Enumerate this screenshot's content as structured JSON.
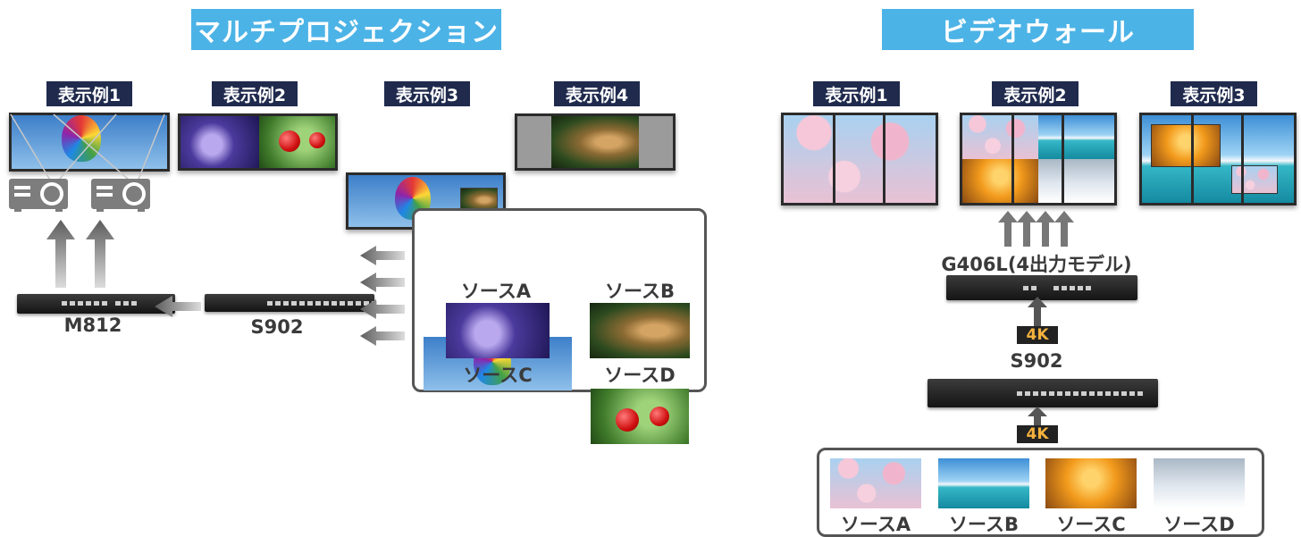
{
  "left": {
    "title": "マルチプロジェクション",
    "examples": [
      "表示例1",
      "表示例2",
      "表示例3",
      "表示例4"
    ],
    "devices": {
      "main": "M812",
      "processor": "S902"
    },
    "sources": [
      "ソースA",
      "ソースB",
      "ソースC",
      "ソースD"
    ]
  },
  "right": {
    "title": "ビデオウォール",
    "examples": [
      "表示例1",
      "表示例2",
      "表示例3"
    ],
    "model": "G406L(4出力モデル)",
    "processor": "S902",
    "badge": "4K",
    "sources": [
      "ソースA",
      "ソースB",
      "ソースC",
      "ソースD"
    ]
  },
  "colors": {
    "banner": "#4cb3e6",
    "label": "#1f2a4d",
    "badge_text": "#f5b23c"
  }
}
